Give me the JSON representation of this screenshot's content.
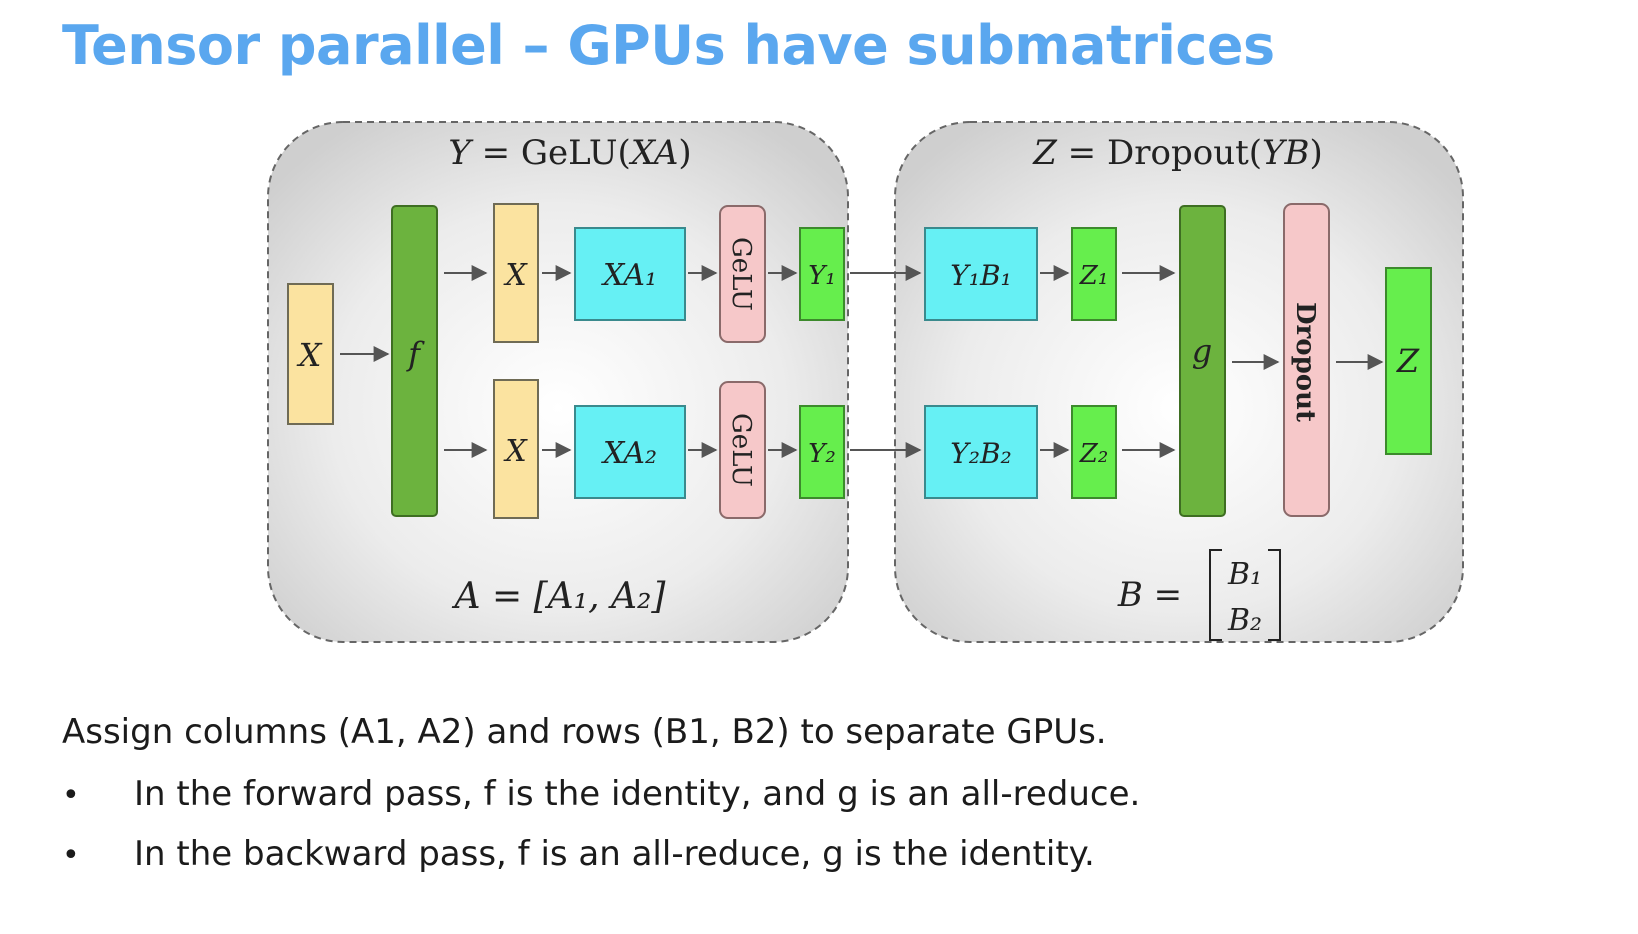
{
  "slide": {
    "title": "Tensor parallel – GPUs have submatrices"
  },
  "diagram": {
    "left_panel": {
      "heading_lhs": "Y",
      "heading_rhs": " = GeLU(",
      "heading_var": "XA",
      "heading_close": ")",
      "footer": "A = [A₁, A₂]"
    },
    "right_panel": {
      "heading_lhs": "Z",
      "heading_rhs": " = Dropout(",
      "heading_var": "YB",
      "heading_close": ")",
      "footer_lhs": "B =",
      "footer_top": "B₁",
      "footer_bottom": "B₂"
    },
    "blocks": {
      "input_x": "X",
      "f": "f",
      "x_top": "X",
      "x_bottom": "X",
      "xa1": "XA₁",
      "xa2": "XA₂",
      "gelu_top": "GeLU",
      "gelu_bottom": "GeLU",
      "y1": "Y₁",
      "y2": "Y₂",
      "y1b1": "Y₁B₁",
      "y2b2": "Y₂B₂",
      "z1": "Z₁",
      "z2": "Z₂",
      "g": "g",
      "dropout": "Dropout",
      "z": "Z"
    },
    "colors": {
      "input": "#fbe3a0",
      "op": "#6cb33e",
      "matmul": "#66f0f4",
      "activation": "#f6c8c9",
      "output": "#66ee4d",
      "panel": "#dcdcdc"
    }
  },
  "content": {
    "intro": "Assign columns (A1, A2) and rows (B1, B2) to separate GPUs.",
    "bullets": [
      "In the forward pass, f is the identity, and g is an all-reduce.",
      "In the backward pass, f is an all-reduce, g is the identity."
    ],
    "bullet_symbol": "•"
  }
}
